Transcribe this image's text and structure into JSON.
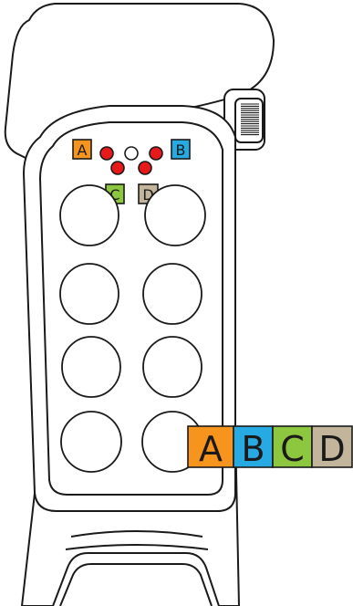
{
  "title": "",
  "colors": {
    "outline": "#1a1a1a",
    "background": "#ffffff",
    "led_red": "#e8191c",
    "led_off": "#ffffff",
    "label_a": "#f7941d",
    "label_b": "#27aae1",
    "label_c": "#8dc63f",
    "label_d": "#c2b59b"
  },
  "device": {
    "name": "remote-transmitter",
    "grip_icon": "ridged-knob-icon",
    "status_leds": [
      {
        "id": "led-a",
        "state": "on",
        "color": "red"
      },
      {
        "id": "led-center",
        "state": "off",
        "color": "white"
      },
      {
        "id": "led-b",
        "state": "on",
        "color": "red"
      },
      {
        "id": "led-c",
        "state": "on",
        "color": "red"
      },
      {
        "id": "led-d",
        "state": "on",
        "color": "red"
      }
    ],
    "indicator_labels": [
      "A",
      "B",
      "C",
      "D"
    ],
    "button_count": 8
  },
  "legend": {
    "labels": [
      "A",
      "B",
      "C",
      "D"
    ]
  }
}
